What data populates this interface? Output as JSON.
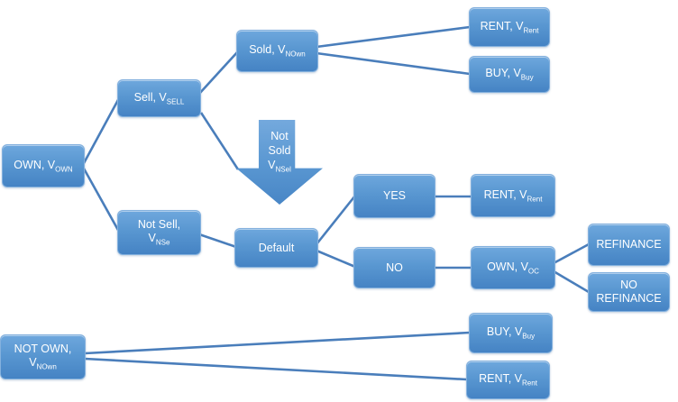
{
  "diagram": {
    "type": "decision-tree",
    "colors": {
      "node_fill_top": "#6EA7DD",
      "node_fill_bottom": "#4583C4",
      "node_border": "#84B1DE",
      "connector": "#4A7EBB",
      "text": "#FFFFFF"
    },
    "nodes": {
      "own": {
        "text": "OWN, V",
        "sub": "OWN"
      },
      "sell": {
        "text": "Sell, V",
        "sub": "SELL"
      },
      "sold": {
        "text": "Sold, V",
        "sub": "NOwn"
      },
      "rent_top": {
        "text": "RENT, V",
        "sub": "Rent"
      },
      "buy_top": {
        "text": "BUY, V",
        "sub": "Buy"
      },
      "not_sell": {
        "line1": "Not Sell,",
        "line2": "V",
        "sub": "NSe"
      },
      "not_sold_arrow": {
        "line1": "Not",
        "line2": "Sold",
        "line3": "V",
        "sub": "NSel"
      },
      "default_node": {
        "text": "Default"
      },
      "yes": {
        "text": "YES"
      },
      "rent_mid": {
        "text": "RENT, V",
        "sub": "Rent"
      },
      "no": {
        "text": "NO"
      },
      "own_oc": {
        "text": "OWN, V",
        "sub": "OC"
      },
      "refinance": {
        "text": "REFINANCE"
      },
      "no_refinance": {
        "line1": "NO",
        "line2": "REFINANCE"
      },
      "not_own": {
        "line1": "NOT OWN,",
        "line2": "V",
        "sub": "NOwn"
      },
      "buy_bottom": {
        "text": "BUY, V",
        "sub": "Buy"
      },
      "rent_bottom": {
        "text": "RENT, V",
        "sub": "Rent"
      }
    },
    "edges": [
      {
        "from": "own",
        "to": "sell"
      },
      {
        "from": "own",
        "to": "not_sell"
      },
      {
        "from": "sell",
        "to": "sold"
      },
      {
        "from": "sell",
        "to": "not_sold_arrow"
      },
      {
        "from": "sold",
        "to": "rent_top"
      },
      {
        "from": "sold",
        "to": "buy_top"
      },
      {
        "from": "not_sell",
        "to": "default_node"
      },
      {
        "from": "default_node",
        "to": "yes"
      },
      {
        "from": "default_node",
        "to": "no"
      },
      {
        "from": "yes",
        "to": "rent_mid"
      },
      {
        "from": "no",
        "to": "own_oc"
      },
      {
        "from": "own_oc",
        "to": "refinance"
      },
      {
        "from": "own_oc",
        "to": "no_refinance"
      },
      {
        "from": "not_own",
        "to": "buy_bottom"
      },
      {
        "from": "not_own",
        "to": "rent_bottom"
      }
    ]
  }
}
